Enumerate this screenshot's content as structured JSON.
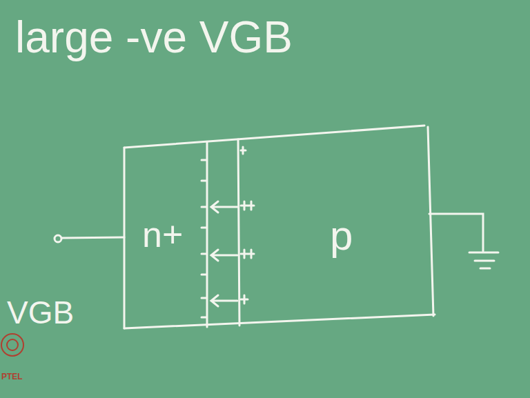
{
  "diagram": {
    "title": "large -ve VGB",
    "labels": [
      "n+",
      "p",
      "VGB",
      "PTEL"
    ]
  }
}
